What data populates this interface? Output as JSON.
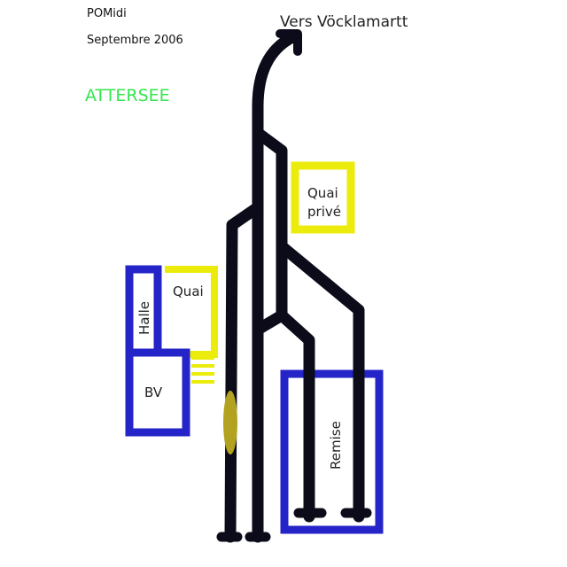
{
  "header": {
    "author": "POMidi",
    "date": "Septembre 2006",
    "title": "ATTERSEE"
  },
  "labels": {
    "direction": "Vers Vöcklamartt",
    "quai_prive": [
      "Quai",
      "privé"
    ],
    "quai": "Quai",
    "halle": "Halle",
    "bv": "BV",
    "remise": "Remise"
  },
  "colors": {
    "title": "#33e64d",
    "track": "#0b0b1a",
    "building": "#2424c8",
    "platform": "#ecec0c",
    "marker": "#b3a220",
    "text": "#222222"
  }
}
